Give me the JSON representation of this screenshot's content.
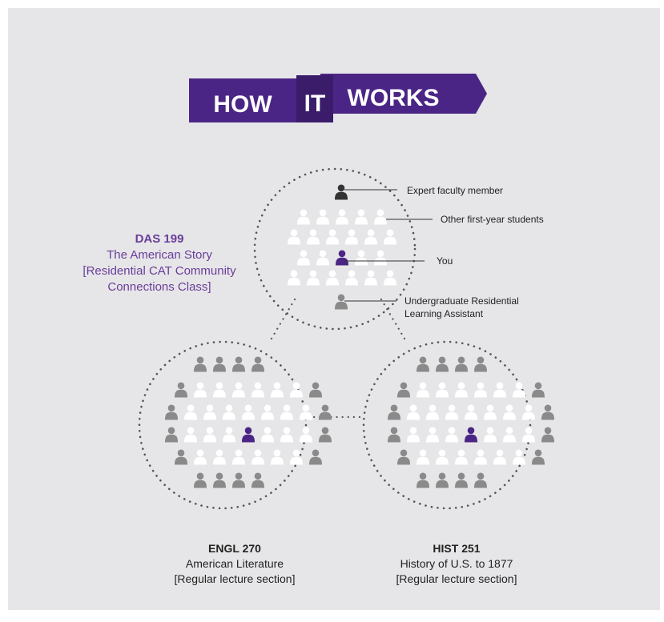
{
  "banner": {
    "how": "HOW",
    "it": "IT",
    "works": "WORKS"
  },
  "callouts": {
    "faculty": "Expert faculty member",
    "students": "Other first-year students",
    "you": "You",
    "assistant_line1": "Undergraduate Residential",
    "assistant_line2": "Learning Assistant"
  },
  "das": {
    "code": "DAS 199",
    "title": "The American Story",
    "note_line1": "[Residential CAT Community",
    "note_line2": "Connections Class]"
  },
  "engl": {
    "code": "ENGL 270",
    "title": "American Literature",
    "note": "[Regular lecture section]"
  },
  "hist": {
    "code": "HIST 251",
    "title": "History of U.S. to 1877",
    "note": "[Regular lecture section]"
  },
  "colors": {
    "purple": "#4b2585",
    "purple_dark": "#3a1c6b",
    "dark": "#333333",
    "gray": "#8a8a8a",
    "white": "#ffffff",
    "dots": "#555555"
  },
  "icons": [
    "person-icon",
    "dotted-circle"
  ]
}
